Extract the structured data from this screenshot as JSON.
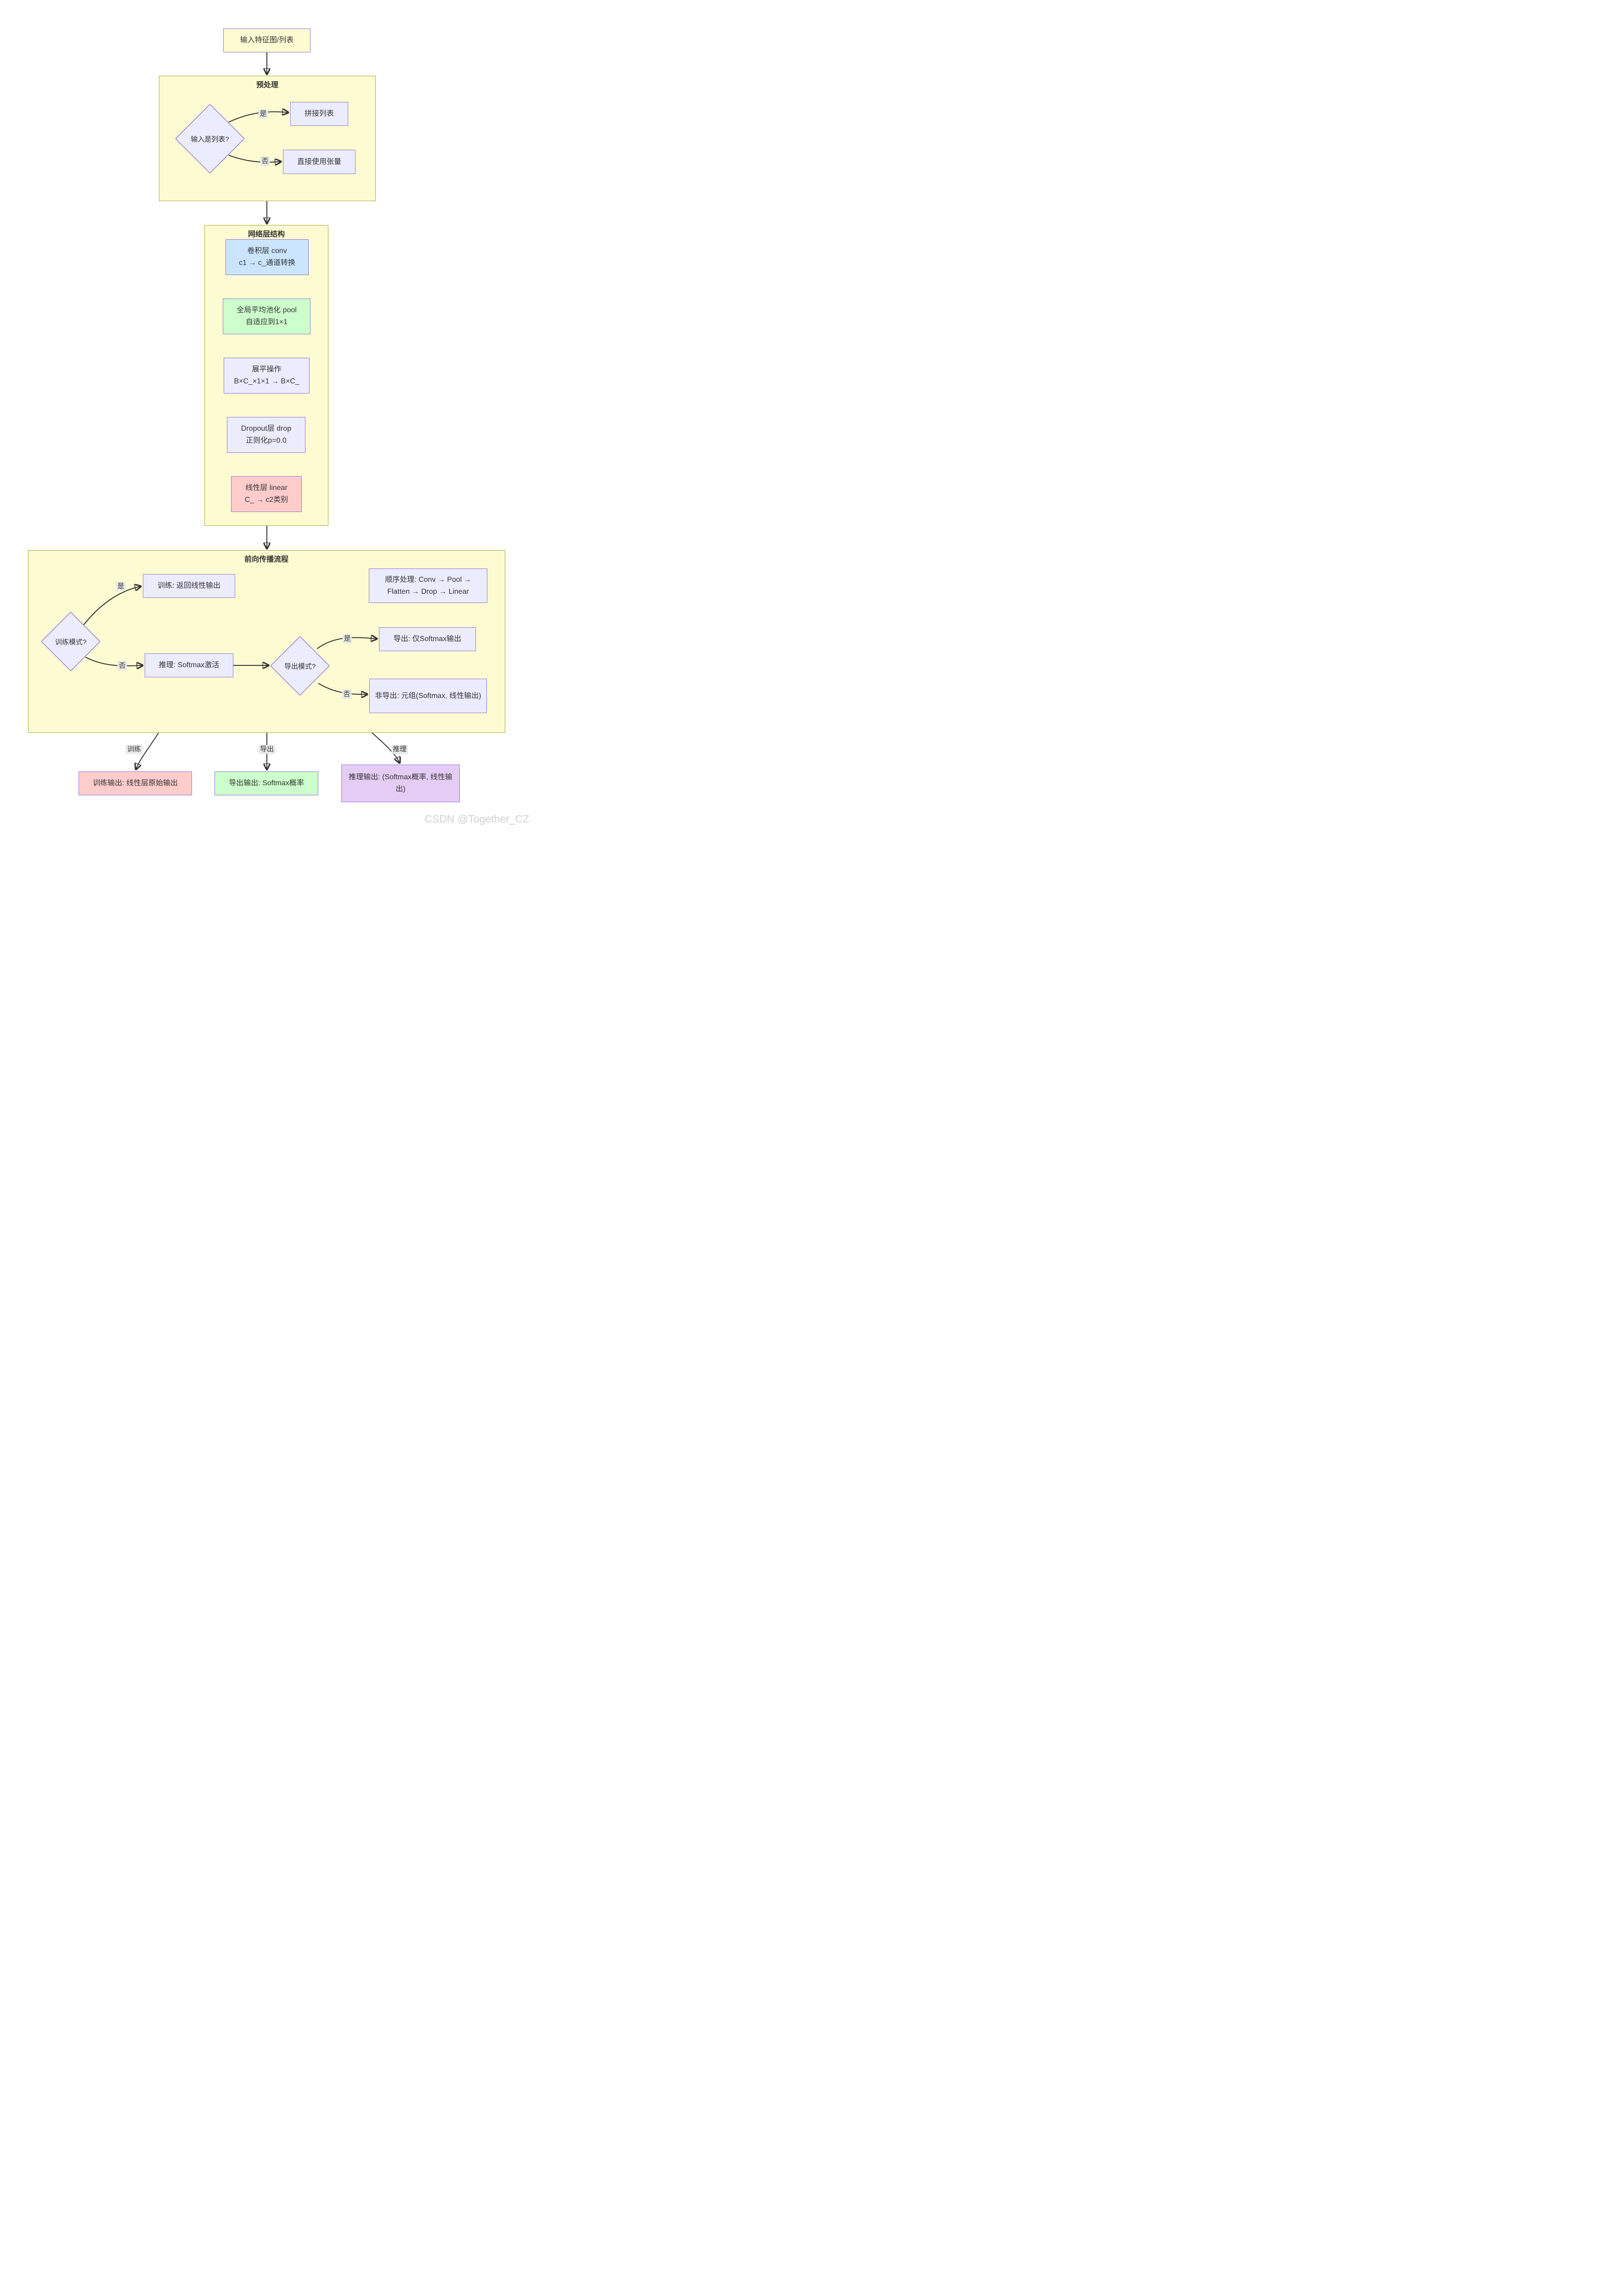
{
  "diagram": {
    "subgraphs": {
      "preprocess": {
        "title": "预处理"
      },
      "layers": {
        "title": "网络层结构"
      },
      "forward": {
        "title": "前向传播流程"
      }
    },
    "nodes": {
      "input": {
        "label": "输入特征图/列表"
      },
      "is_list": {
        "label": "输入是列表?"
      },
      "concat": {
        "label": "拼接列表"
      },
      "tensor": {
        "label": "直接使用张量"
      },
      "conv": {
        "line1": "卷积层 conv",
        "line2": "c1 → c_通道转换"
      },
      "pool": {
        "line1": "全局平均池化 pool",
        "line2": "自适应到1×1"
      },
      "flatten": {
        "line1": "展平操作",
        "line2": "B×C_×1×1 → B×C_"
      },
      "dropout": {
        "line1": "Dropout层 drop",
        "line2": "正则化p=0.0"
      },
      "linear": {
        "line1": "线性层 linear",
        "line2": "C_ → c2类别"
      },
      "note": {
        "line1": "顺序处理: Conv → Pool →",
        "line2": "Flatten → Drop → Linear"
      },
      "train_mode": {
        "label": "训练模式?"
      },
      "train_branch": {
        "label": "训练: 返回线性输出"
      },
      "infer_branch": {
        "label": "推理: Softmax激活"
      },
      "export_mode": {
        "label": "导出模式?"
      },
      "export_branch": {
        "label": "导出: 仅Softmax输出"
      },
      "non_export_branch": {
        "label": "非导出: 元组(Softmax, 线性输出)"
      },
      "train_output": {
        "label": "训练输出: 线性层原始输出"
      },
      "export_output": {
        "label": "导出输出: Softmax概率"
      },
      "infer_output": {
        "label": "推理输出: (Softmax概率, 线性输出)"
      }
    },
    "edge_labels": {
      "yes1": "是",
      "no1": "否",
      "yes2": "是",
      "no2": "否",
      "yes3": "是",
      "no3": "否",
      "train": "训练",
      "export": "导出",
      "infer": "推理"
    },
    "colors": {
      "node_default_fill": "#ECECFF",
      "node_border": "#9370DB",
      "conv_fill": "#cce5ff",
      "green_fill": "#ccffcc",
      "pink_fill": "#ffcccc",
      "violet_fill": "#e5ccf5",
      "subgraph_fill": "#fcfbd1",
      "subgraph_border": "#aaaa33",
      "edge_stroke": "#333333",
      "edge_label_bg": "#e8e8e8",
      "text": "#333333"
    }
  },
  "watermark": "CSDN @Together_CZ"
}
